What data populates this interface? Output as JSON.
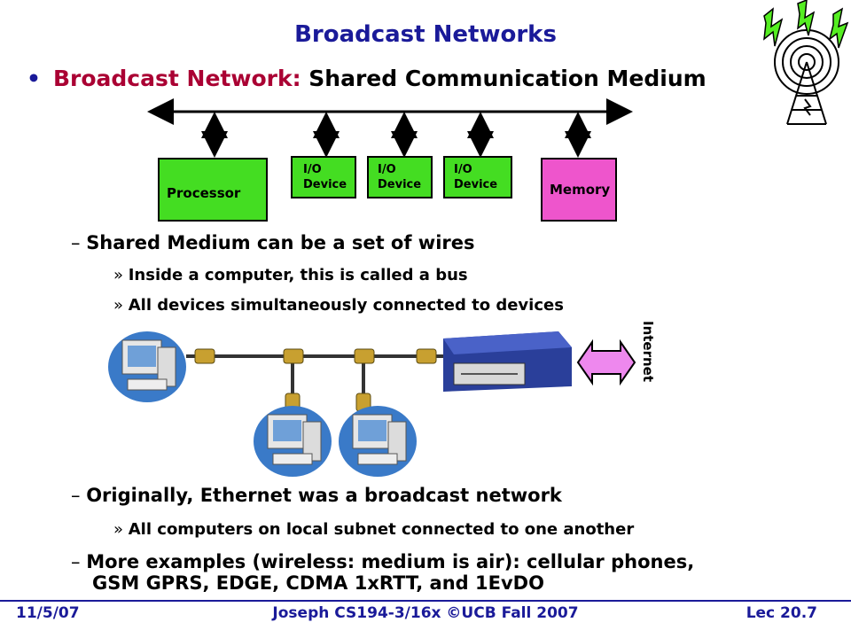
{
  "slide": {
    "title": "Broadcast Networks",
    "main_bullet": {
      "keyword": "Broadcast Network:",
      "rest": " Shared Communication Medium"
    }
  },
  "diagram": {
    "processor": "Processor",
    "io_devices": [
      "I/O\nDevice",
      "I/O\nDevice",
      "I/O\nDevice"
    ],
    "memory": "Memory",
    "internet": "Internet"
  },
  "bullets": {
    "b1": "Shared Medium can be a set of wires",
    "b1_sub1": "Inside a computer, this is called a bus",
    "b1_sub2": "All devices simultaneously connected to devices",
    "b2": "Originally, Ethernet was a broadcast network",
    "b2_sub1": "All computers on local subnet connected to one another",
    "b3_line1": "More examples (wireless: medium is air): cellular phones,",
    "b3_line2": "GSM GPRS, EDGE, CDMA 1xRTT, and 1EvDO"
  },
  "footer": {
    "date": "11/5/07",
    "course": "Joseph CS194-3/16x ©UCB Fall 2007",
    "lecture": "Lec 20.7"
  },
  "colors": {
    "title_blue": "#1a1a99",
    "keyword_red": "#aa0033",
    "processor_green": "#44dd22",
    "io_green": "#44dd22",
    "memory_pink": "#ee55cc",
    "internet_arrow_pink": "#ee88ee"
  }
}
